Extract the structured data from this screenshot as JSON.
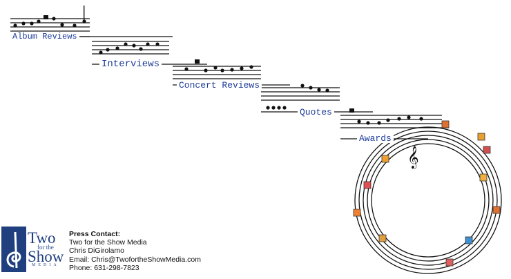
{
  "nav": {
    "album_reviews": "Album Reviews",
    "interviews": "Interviews",
    "concert_reviews": "Concert Reviews",
    "quotes": "Quotes",
    "awards": "Awards"
  },
  "logo": {
    "line1": "Two",
    "line2": "for the",
    "line3": "Show",
    "line4": "MEDIA"
  },
  "contact": {
    "heading": "Press Contact:",
    "company": "Two for the Show Media",
    "name": "Chris DiGirolamo",
    "email": "Email: Chris@TwofortheShowMedia.com",
    "phone": "Phone: 631-298-7823"
  },
  "colors": {
    "link": "#1d3c9a",
    "logo": "#1f3f7f",
    "ink": "#111111"
  },
  "icons": [
    "music-staff-icon",
    "treble-clef-icon",
    "circular-staff-icon",
    "colored-gem-note-icon"
  ]
}
